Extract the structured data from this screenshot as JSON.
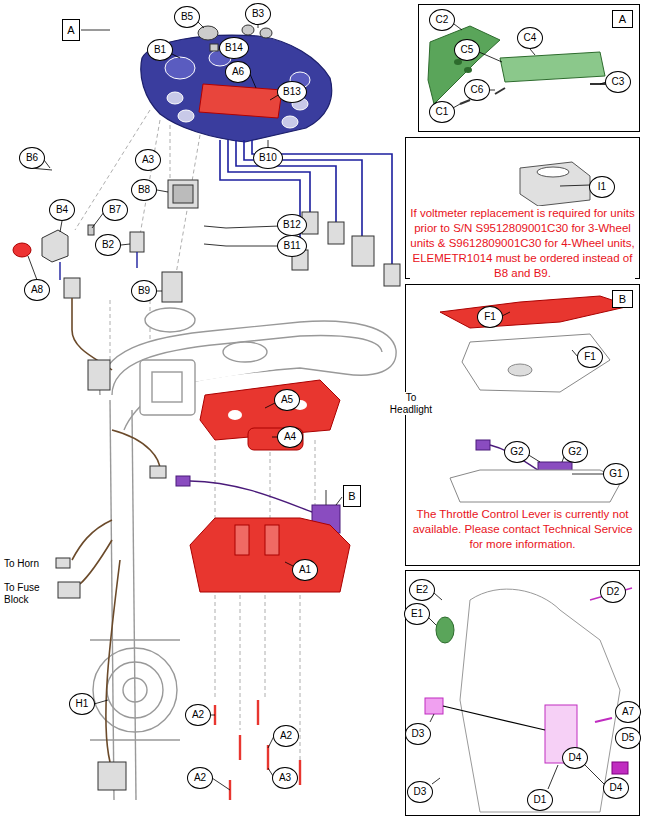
{
  "diagram": {
    "nodes": [
      {
        "text": [
          "A"
        ]
      },
      {
        "text": [
          "B5"
        ]
      },
      {
        "text": [
          "B3"
        ]
      },
      {
        "text": [
          "B1"
        ]
      },
      {
        "text": [
          "B14"
        ]
      },
      {
        "text": [
          "A6"
        ]
      },
      {
        "text": [
          "B13"
        ]
      },
      {
        "text": [
          "B10"
        ]
      },
      {
        "text": [
          "B6"
        ]
      },
      {
        "text": [
          "A3"
        ]
      },
      {
        "text": [
          "B8"
        ]
      },
      {
        "text": [
          "B12"
        ]
      },
      {
        "text": [
          "B11"
        ]
      },
      {
        "text": [
          "B4"
        ]
      },
      {
        "text": [
          "B7"
        ]
      },
      {
        "text": [
          "B2"
        ]
      },
      {
        "text": [
          "A8"
        ]
      },
      {
        "text": [
          "B9"
        ]
      },
      {
        "text": [
          "A5"
        ]
      },
      {
        "text": [
          "A4"
        ]
      },
      {
        "text": [
          "B"
        ]
      },
      {
        "text": [
          "A1"
        ]
      },
      {
        "text": [
          "H1"
        ]
      },
      {
        "text": [
          "A2"
        ]
      },
      {
        "text": [
          "A2"
        ]
      },
      {
        "text": [
          "A2"
        ]
      },
      {
        "text": [
          "A3"
        ]
      },
      {
        "text": [
          "A"
        ]
      },
      {
        "text": [
          "C2"
        ],
        "in": 27
      },
      {
        "text": [
          "C4"
        ],
        "in": 27
      },
      {
        "text": [
          "C5"
        ],
        "in": 27
      },
      {
        "text": [
          "C1"
        ],
        "in": 27
      },
      {
        "text": [
          "C6"
        ],
        "in": 27
      },
      {
        "text": [
          "C3"
        ],
        "in": 27
      },
      {
        "text": [
          "If voltmeter replacement is required for units prior to S/N S9512809001C30 for 3-Wheel units & S9612809001C30 for 4-Wheel units, ELEMETR1014 must be ordered instead of B8 and B9."
        ]
      },
      {
        "text": [
          "I1"
        ],
        "in": 34
      },
      {
        "text": [
          "B",
          "The Throttle Control Lever is currently not available. Please contact Technical Service for more information."
        ]
      },
      {
        "text": [
          "F1"
        ],
        "in": 36
      },
      {
        "text": [
          "F1"
        ],
        "in": 36
      },
      {
        "text": [
          "G2"
        ],
        "in": 36
      },
      {
        "text": [
          "G2"
        ],
        "in": 36
      },
      {
        "text": [
          "G1"
        ],
        "in": 36
      },
      {
        "text": []
      },
      {
        "text": [
          "E2"
        ],
        "in": 42
      },
      {
        "text": [
          "E1"
        ],
        "in": 42
      },
      {
        "text": [
          "D2"
        ],
        "in": 42
      },
      {
        "text": [
          "D3"
        ],
        "in": 42
      },
      {
        "text": [
          "D3"
        ],
        "in": 42
      },
      {
        "text": [
          "A7"
        ],
        "in": 42
      },
      {
        "text": [
          "D4"
        ],
        "in": 42
      },
      {
        "text": [
          "D5"
        ],
        "in": 42
      },
      {
        "text": [
          "D4"
        ],
        "in": 42
      },
      {
        "text": [
          "D1"
        ],
        "in": 42
      }
    ],
    "labels": [
      "To Headlight",
      "To Horn",
      "To Fuse Block"
    ]
  }
}
